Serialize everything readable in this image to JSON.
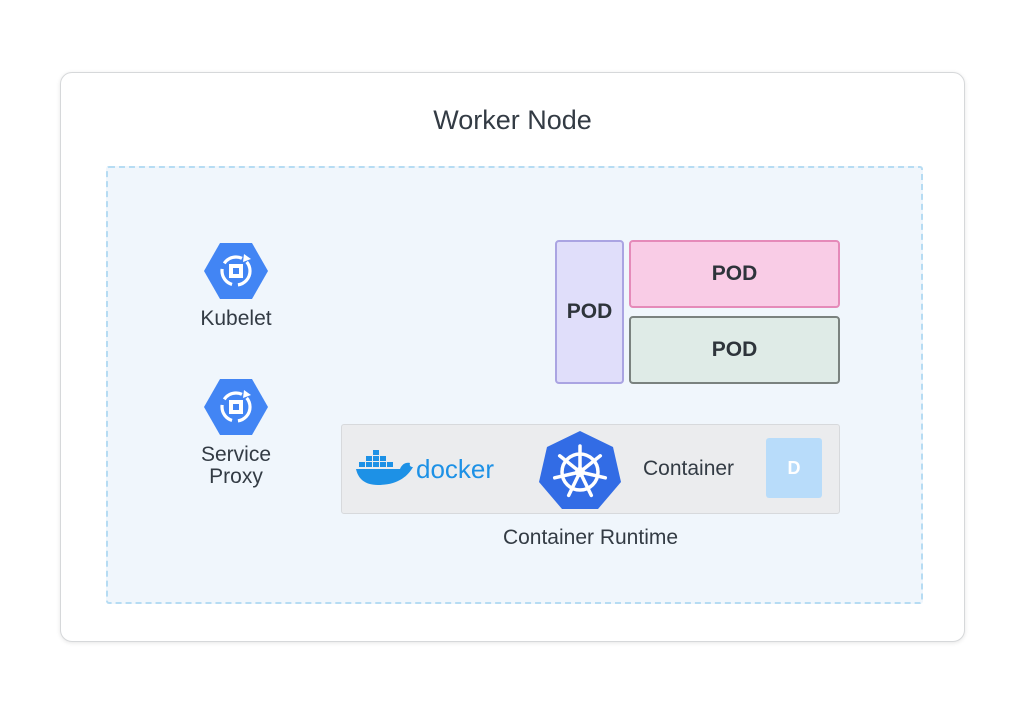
{
  "diagram": {
    "title": "Worker Node",
    "components": [
      {
        "label": "Kubelet",
        "icon": "kubelet-hexagon-icon"
      },
      {
        "label_lines": [
          "Service",
          "Proxy"
        ],
        "icon": "service-proxy-hexagon-icon"
      }
    ],
    "pods": [
      {
        "label": "POD",
        "color": "#e0defa",
        "border": "#aaa4e2"
      },
      {
        "label": "POD",
        "color": "#f9cce6",
        "border": "#e58ab9"
      },
      {
        "label": "POD",
        "color": "#dfebe7",
        "border": "#7a827f"
      }
    ],
    "runtime": {
      "docker_text": "docker",
      "container_label": "Container",
      "badge_letter": "D",
      "caption": "Container Runtime"
    },
    "colors": {
      "icon_blue": "#4285f4",
      "docker_blue": "#1d91e6",
      "k8s_blue": "#326ce5"
    }
  }
}
